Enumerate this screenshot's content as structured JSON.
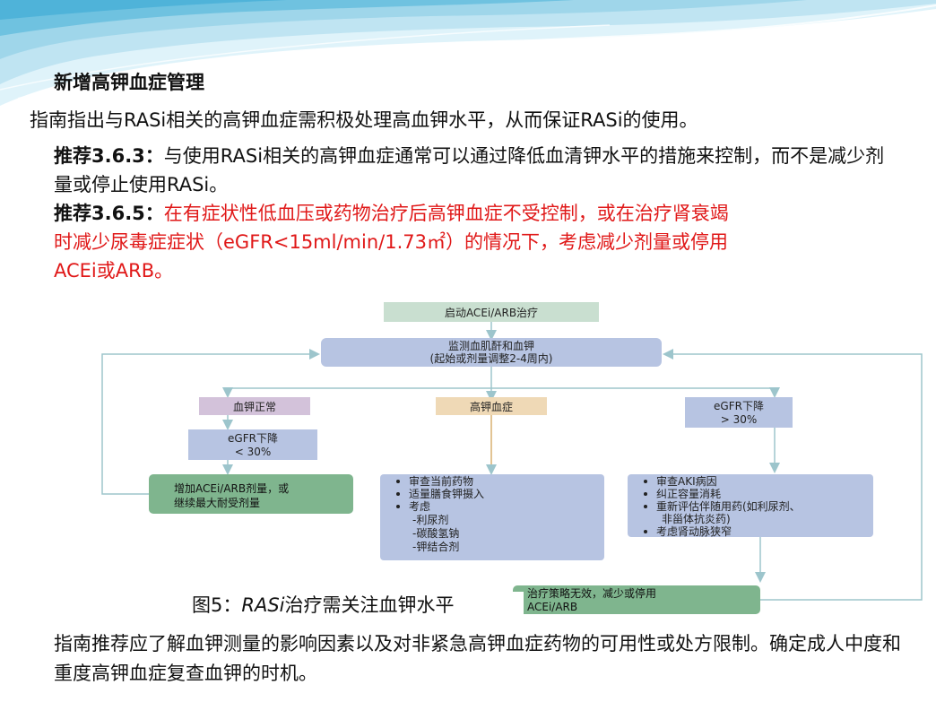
{
  "title": "新增高钾血症管理",
  "intro": "指南指出与RASi相关的高钾血症需积极处理高血钾水平，从而保证RASi的使用。",
  "rec1": {
    "label": "推荐3.6.3：",
    "text": "与使用RASi相关的高钾血症通常可以通过降低血清钾水平的措施来控制，而不是减少剂量或停止使用RASi。"
  },
  "rec2": {
    "label": "推荐3.6.5：",
    "text_line1": "在有症状性低血压或药物治疗后高钾血症不受控制，或在治疗肾衰竭",
    "text_line2": "时减少尿毒症症状（eGFR<15ml/min/1.73㎡）的情况下，考虑减少剂量或停用",
    "text_line3": "ACEi或ARB。"
  },
  "diagram": {
    "start": "启动ACEi/ARB治疗",
    "monitor_line1": "监测血肌酐和血钾",
    "monitor_line2": "(起始或剂量调整2-4周内)",
    "normal_k": "血钾正常",
    "hyperkalemia": "高钾血症",
    "egfr_drop_right_line1": "eGFR下降",
    "egfr_drop_right_line2": "> 30%",
    "egfr_drop_left_line1": "eGFR下降",
    "egfr_drop_left_line2": "< 30%",
    "increase_line1": "增加ACEi/ARB剂量，或",
    "increase_line2": "继续最大耐受剂量",
    "middle_items": [
      "审查当前药物",
      "适量膳食钾摄入",
      "考虑"
    ],
    "middle_subitems": [
      "-利尿剂",
      "-碳酸氢钠",
      "-钾结合剂"
    ],
    "right_items": [
      "审查AKI病因",
      "纠正容量消耗",
      "重新评估伴随用药(如利尿剂、",
      "考虑肾动脉狭窄"
    ],
    "right_item3_cont": "非甾体抗炎药)",
    "bottom_line1": "治疗策略无效，减少或停用",
    "bottom_line2": "ACEi/ARB"
  },
  "caption": {
    "prefix": "图5：",
    "italic": "RASi",
    "rest": "治疗需关注血钾水平"
  },
  "footer": "指南推荐应了解血钾测量的影响因素以及对非紧急高钾血症药物的可用性或处方限制。确定成人中度和重度高钾血症复查血钾的时机。",
  "colors": {
    "wave_light": "#dff3fa",
    "wave_mid": "#9fd6ea",
    "wave_dark": "#4fb3d9",
    "box_blue": "#b7c4e2",
    "box_green": "#7fb58e",
    "box_green_light": "#c9dfd0",
    "box_purple": "#d3c2da",
    "box_tan": "#efd9b6",
    "arrow": "#9dc5cc",
    "red_text": "#e01818"
  }
}
